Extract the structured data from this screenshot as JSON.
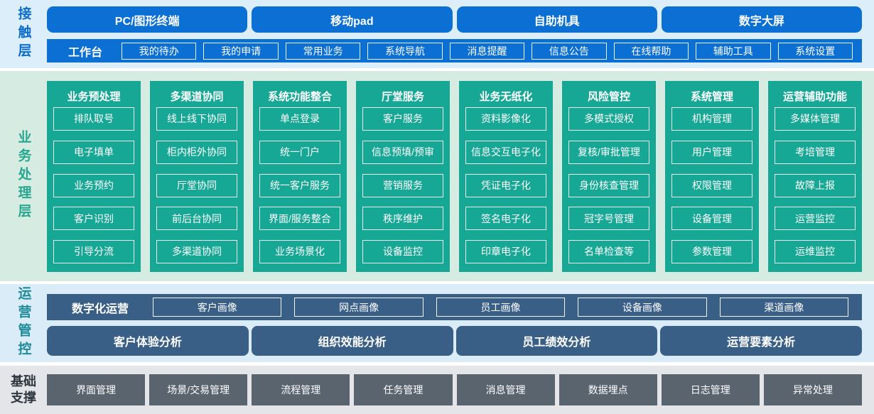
{
  "colors": {
    "primary_blue": "#0b6fd3",
    "contact_bg": "#dceefa",
    "teal_green": "#17a795",
    "business_bg": "#d6ebe2",
    "steel_blue": "#3a5f86",
    "ops_bg": "#d9ecf8",
    "slate_gray": "#59646e",
    "base_bg": "#e3e5e8"
  },
  "layers": {
    "contact": {
      "label": "接触层",
      "terminals": [
        "PC/图形终端",
        "移动pad",
        "自助机具",
        "数字大屏"
      ],
      "workbench": {
        "label": "工作台",
        "items": [
          "我的待办",
          "我的申请",
          "常用业务",
          "系统导航",
          "消息提醒",
          "信息公告",
          "在线帮助",
          "辅助工具",
          "系统设置"
        ]
      }
    },
    "business": {
      "label": "业务处理层",
      "columns": [
        {
          "title": "业务预处理",
          "items": [
            "排队取号",
            "电子填单",
            "业务预约",
            "客户识别",
            "引导分流"
          ]
        },
        {
          "title": "多渠道协同",
          "items": [
            "线上线下协同",
            "柜内柜外协同",
            "厅堂协同",
            "前后台协同",
            "多渠道协同"
          ]
        },
        {
          "title": "系统功能整合",
          "items": [
            "单点登录",
            "统一门户",
            "统一客户服务",
            "界面/服务整合",
            "业务场景化"
          ]
        },
        {
          "title": "厅堂服务",
          "items": [
            "客户服务",
            "信息预填/预审",
            "营销服务",
            "秩序维护",
            "设备监控"
          ]
        },
        {
          "title": "业务无纸化",
          "items": [
            "资料影像化",
            "信息交互电子化",
            "凭证电子化",
            "签名电子化",
            "印章电子化"
          ]
        },
        {
          "title": "风险管控",
          "items": [
            "多模式授权",
            "复核/审批管理",
            "身份核查管理",
            "冠字号管理",
            "名单检查等"
          ]
        },
        {
          "title": "系统管理",
          "items": [
            "机构管理",
            "用户管理",
            "权限管理",
            "设备管理",
            "参数管理"
          ]
        },
        {
          "title": "运营辅助功能",
          "items": [
            "多媒体管理",
            "考培管理",
            "故障上报",
            "运营监控",
            "运维监控"
          ]
        }
      ]
    },
    "ops": {
      "label": "运营管控",
      "digital": {
        "label": "数字化运营",
        "items": [
          "客户画像",
          "网点画像",
          "员工画像",
          "设备画像",
          "渠道画像"
        ]
      },
      "analysis": [
        "客户体验分析",
        "组织效能分析",
        "员工绩效分析",
        "运营要素分析"
      ]
    },
    "base": {
      "label": "基础支撑",
      "items": [
        "界面管理",
        "场景/交易管理",
        "流程管理",
        "任务管理",
        "消息管理",
        "数据埋点",
        "日志管理",
        "异常处理"
      ]
    }
  }
}
